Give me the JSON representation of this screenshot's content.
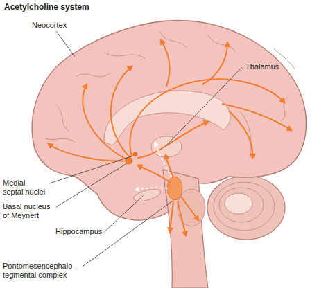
{
  "diagram": {
    "title": "Acetylcholine system",
    "labels": [
      "Neocortex",
      "Thalamus",
      "Medial septal nuclei",
      "Basal nucleus of Meynert",
      "Hippocampus",
      "Pontomesencephalo- tegmental complex"
    ]
  }
}
